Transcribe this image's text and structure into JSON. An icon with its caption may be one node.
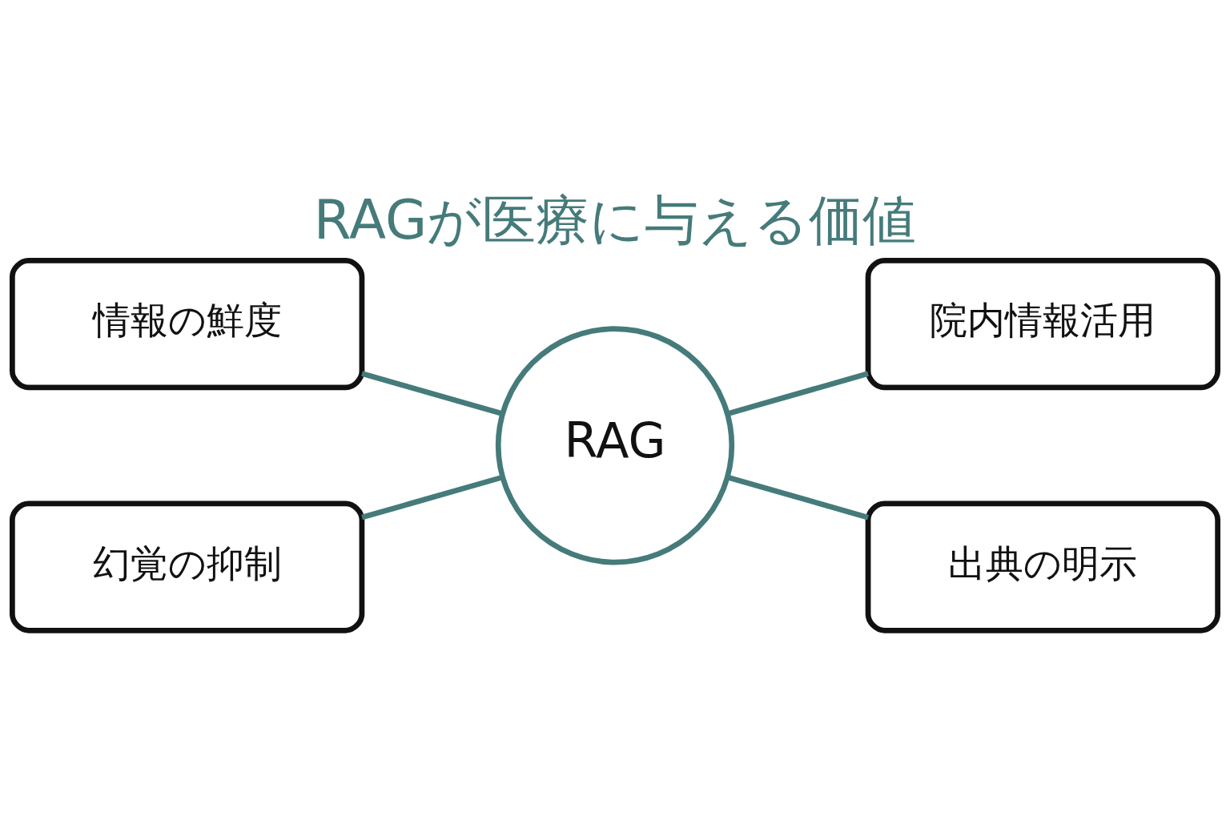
{
  "diagram": {
    "title": "RAGが医療に与える価値",
    "nodes": [
      {
        "text": [
          "RAG"
        ]
      },
      {
        "text": [
          "情報の鮮度"
        ]
      },
      {
        "text": [
          "院内情報活用"
        ]
      },
      {
        "text": [
          "幻覚の抑制"
        ]
      },
      {
        "text": [
          "出典の明示"
        ]
      }
    ],
    "edges": [
      {
        "from": 0,
        "to": 1,
        "arrow": "none"
      },
      {
        "from": 0,
        "to": 2,
        "arrow": "none"
      },
      {
        "from": 0,
        "to": 3,
        "arrow": "none"
      },
      {
        "from": 0,
        "to": 4,
        "arrow": "none"
      }
    ]
  }
}
